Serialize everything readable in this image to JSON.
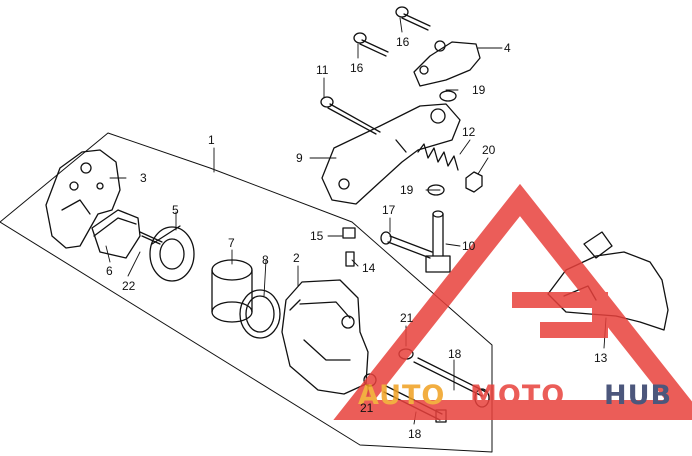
{
  "callouts": [
    {
      "id": "c1",
      "text": "1"
    },
    {
      "id": "c2",
      "text": "2"
    },
    {
      "id": "c3",
      "text": "3"
    },
    {
      "id": "c4",
      "text": "4"
    },
    {
      "id": "c5",
      "text": "5"
    },
    {
      "id": "c6",
      "text": "6"
    },
    {
      "id": "c7",
      "text": "7"
    },
    {
      "id": "c8",
      "text": "8"
    },
    {
      "id": "c9",
      "text": "9"
    },
    {
      "id": "c10",
      "text": "10"
    },
    {
      "id": "c11",
      "text": "11"
    },
    {
      "id": "c12",
      "text": "12"
    },
    {
      "id": "c13",
      "text": "13"
    },
    {
      "id": "c14",
      "text": "14"
    },
    {
      "id": "c15",
      "text": "15"
    },
    {
      "id": "c16a",
      "text": "16"
    },
    {
      "id": "c16b",
      "text": "16"
    },
    {
      "id": "c17",
      "text": "17"
    },
    {
      "id": "c18a",
      "text": "18"
    },
    {
      "id": "c18b",
      "text": "18"
    },
    {
      "id": "c19a",
      "text": "19"
    },
    {
      "id": "c19b",
      "text": "19"
    },
    {
      "id": "c20",
      "text": "20"
    },
    {
      "id": "c21a",
      "text": "21"
    },
    {
      "id": "c21b",
      "text": "21"
    },
    {
      "id": "c22",
      "text": "22"
    }
  ],
  "watermark": {
    "part1": "AUTO",
    "part2": "MOTO",
    "part3": "HUB",
    "colors": {
      "auto": "#f0a020",
      "moto": "#e8413c",
      "hub": "#2d3a66",
      "triangle": "#e8413c"
    }
  }
}
